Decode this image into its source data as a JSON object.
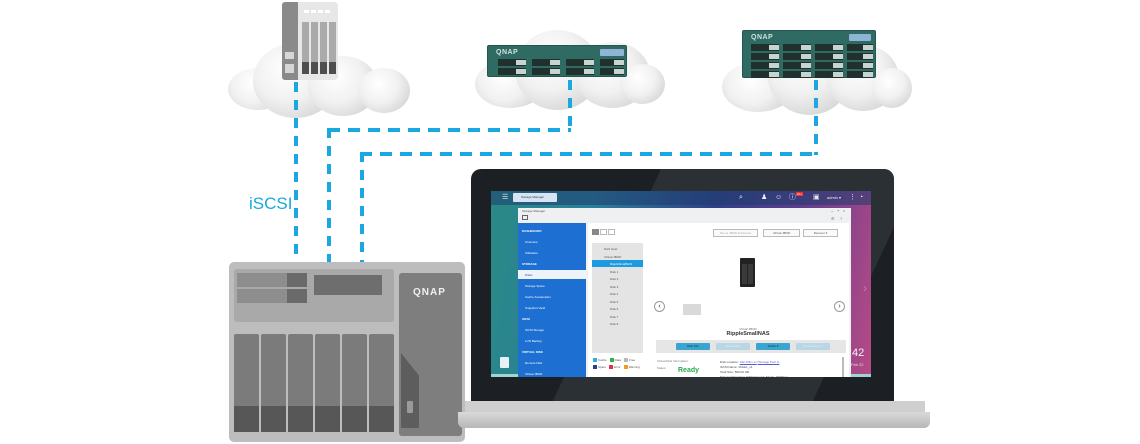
{
  "diagram": {
    "title": "QNAP iSCSI / Virtual JBOD topology",
    "connection_label": "iSCSI",
    "line_color": "#1ba7df",
    "nodes": [
      {
        "id": "cloud-tower-nas",
        "type": "tower-nas-in-cloud"
      },
      {
        "id": "cloud-rack-nas-1",
        "type": "rack-nas-in-cloud",
        "brand": "QNAP"
      },
      {
        "id": "cloud-rack-nas-2",
        "type": "rack-nas-in-cloud",
        "brand": "QNAP"
      },
      {
        "id": "local-nas",
        "type": "desktop-nas",
        "brand": "QNAP"
      },
      {
        "id": "laptop",
        "type": "laptop-running-storage-manager"
      }
    ],
    "edges": [
      {
        "from": "cloud-tower-nas",
        "to": "local-nas",
        "style": "dashed"
      },
      {
        "from": "cloud-rack-nas-1",
        "to": "local-nas",
        "style": "dashed"
      },
      {
        "from": "cloud-rack-nas-2",
        "to": "local-nas",
        "style": "dashed"
      }
    ]
  },
  "nas": {
    "brand": "QNAP",
    "drive_bays": 6
  },
  "screen": {
    "taskbar": {
      "app_tab": "Storage Manager",
      "user": "admin ▾",
      "notification_badge": "10+"
    },
    "window": {
      "title": "Storage Manager",
      "sidebar": [
        {
          "label": "DASHBOARD",
          "type": "head"
        },
        {
          "label": "Overview",
          "type": "item"
        },
        {
          "label": "Utilization",
          "type": "item"
        },
        {
          "label": "STORAGE",
          "type": "head"
        },
        {
          "label": "Disks",
          "type": "item",
          "active": true
        },
        {
          "label": "Storage Space",
          "type": "item"
        },
        {
          "label": "Cache Acceleration",
          "type": "item"
        },
        {
          "label": "Snapshot Vault",
          "type": "item"
        },
        {
          "label": "iSCSI",
          "type": "head"
        },
        {
          "label": "iSCSI Storage",
          "type": "item"
        },
        {
          "label": "LUN Backup",
          "type": "item"
        },
        {
          "label": "VIRTUAL DISK",
          "type": "head"
        },
        {
          "label": "Remote Disk",
          "type": "item"
        },
        {
          "label": "Virtual JBOD",
          "type": "item"
        }
      ],
      "toolbar": {
        "set_as_jbod": "Set as JBOD Enclosure",
        "virtual_jbod": "Virtual JBOD",
        "recover": "Recover ▾"
      },
      "tree": [
        {
          "label": "NAS Host"
        },
        {
          "label": "Virtual JBOD"
        },
        {
          "label": "RippleSmallNAS",
          "selected": true
        },
        {
          "label": "Disk 1"
        },
        {
          "label": "Disk 2"
        },
        {
          "label": "Disk 3"
        },
        {
          "label": "Disk 4"
        },
        {
          "label": "Disk 5"
        },
        {
          "label": "Disk 6"
        },
        {
          "label": "Disk 7"
        },
        {
          "label": "Disk 8"
        }
      ],
      "legend": [
        {
          "label": "Cache",
          "color": "#2bb0d8"
        },
        {
          "label": "Data",
          "color": "#2fb04a"
        },
        {
          "label": "Free",
          "color": "#b9b9b9"
        },
        {
          "label": "Spare",
          "color": "#22418f"
        },
        {
          "label": "Error",
          "color": "#e0344b"
        },
        {
          "label": "Warning",
          "color": "#f39b1e"
        }
      ],
      "device": {
        "subtitle": "Virtual JBOD",
        "name": "RippleSmallNAS"
      },
      "actions": [
        {
          "label": "Disk Info",
          "enabled": true
        },
        {
          "label": "Disk Health",
          "enabled": false
        },
        {
          "label": "Action ▾",
          "enabled": true
        },
        {
          "label": "Performance ▾",
          "enabled": false
        }
      ],
      "info": {
        "section_label": "Virtual Disk Information",
        "status_label": "Status:",
        "status_value": "Ready",
        "status_color": "#2ca84a",
        "lines": [
          {
            "label": "Disk Location:",
            "value": "192.168.x.xx",
            "link": "(Storage Pool 1)"
          },
          {
            "label": "iSCSI Name:",
            "value": "VDisk1_s1"
          },
          {
            "label": "Total Size:",
            "value": "500.00 GB"
          },
          {
            "label": "Disk Configuration:",
            "value": "RAID Group1, Single, 7200rpm"
          }
        ]
      }
    },
    "clock": ":42",
    "date": "Feb 22"
  }
}
